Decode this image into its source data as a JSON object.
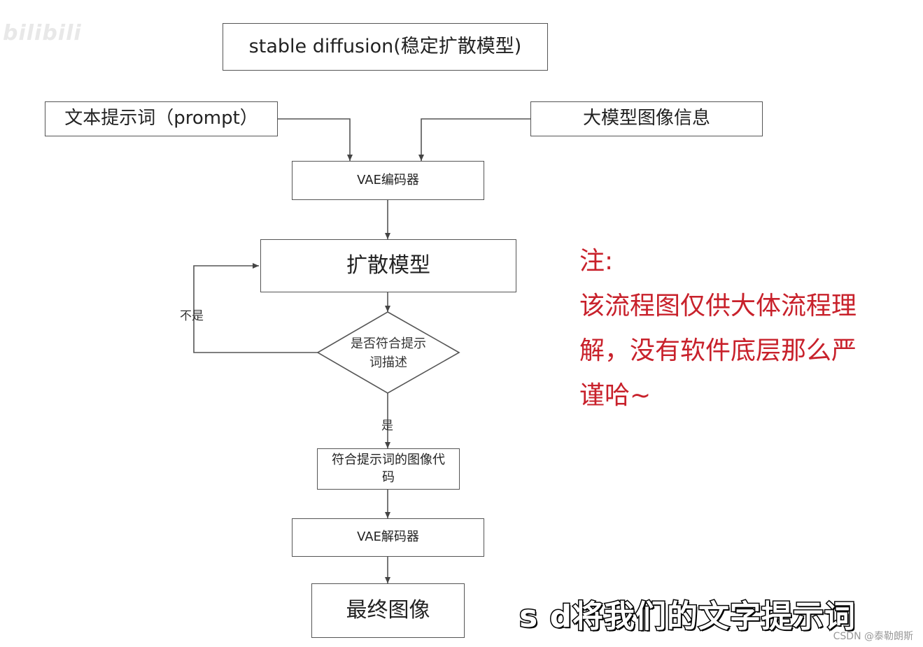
{
  "flowchart": {
    "title": "stable diffusion(稳定扩散模型)",
    "input_prompt": "文本提示词（prompt）",
    "input_info": "大模型图像信息",
    "vae_encoder": "VAE编码器",
    "diffusion": "扩散模型",
    "decision": "是否符合提示词描述",
    "no_label": "不是",
    "yes_label": "是",
    "code": "符合提示词的图像代码",
    "vae_decoder": "VAE解码器",
    "final": "最终图像"
  },
  "note": {
    "heading": "注:",
    "line1": "该流程图仅供大体流程理",
    "line2": "解，没有软件底层那么严",
    "line3": "谨哈~",
    "color": "#c8212b"
  },
  "subtitle": "s d将我们的文字提示词",
  "logo": "bilibili",
  "watermark": "CSDN @泰勒朗斯"
}
